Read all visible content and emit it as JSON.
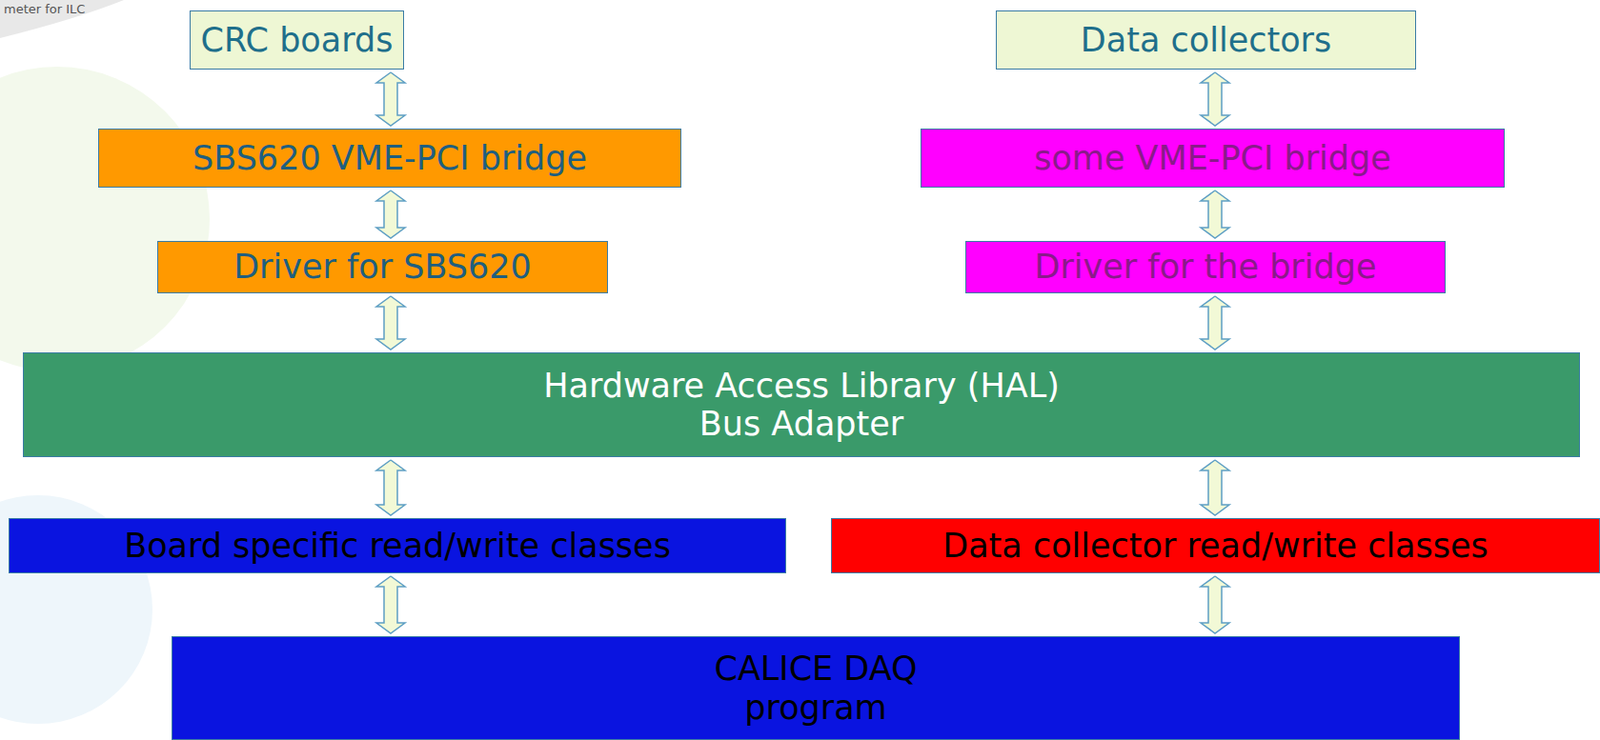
{
  "diagram": {
    "nodes": [
      {
        "text": [
          "CRC boards"
        ]
      },
      {
        "text": [
          "Data collectors"
        ]
      },
      {
        "text": [
          "SBS620 VME-PCI bridge"
        ]
      },
      {
        "text": [
          "some VME-PCI bridge"
        ]
      },
      {
        "text": [
          "Driver for SBS620"
        ]
      },
      {
        "text": [
          "Driver for the bridge"
        ]
      },
      {
        "text": [
          "Hardware Access Library (HAL)",
          "Bus Adapter"
        ]
      },
      {
        "text": [
          "Board specific read/write classes"
        ]
      },
      {
        "text": [
          "Data collector read/write classes"
        ]
      },
      {
        "text": [
          "CALICE DAQ",
          "program"
        ]
      }
    ],
    "edges": [
      {
        "from": 0,
        "to": 2,
        "arrow": "both"
      },
      {
        "from": 2,
        "to": 4,
        "arrow": "both"
      },
      {
        "from": 4,
        "to": 6,
        "arrow": "both"
      },
      {
        "from": 6,
        "to": 7,
        "arrow": "both"
      },
      {
        "from": 7,
        "to": 9,
        "arrow": "both"
      },
      {
        "from": 1,
        "to": 3,
        "arrow": "both"
      },
      {
        "from": 3,
        "to": 5,
        "arrow": "both"
      },
      {
        "from": 5,
        "to": 6,
        "arrow": "both"
      },
      {
        "from": 6,
        "to": 8,
        "arrow": "both"
      },
      {
        "from": 8,
        "to": 9,
        "arrow": "both"
      }
    ],
    "labels": [
      "meter for ILC"
    ]
  }
}
